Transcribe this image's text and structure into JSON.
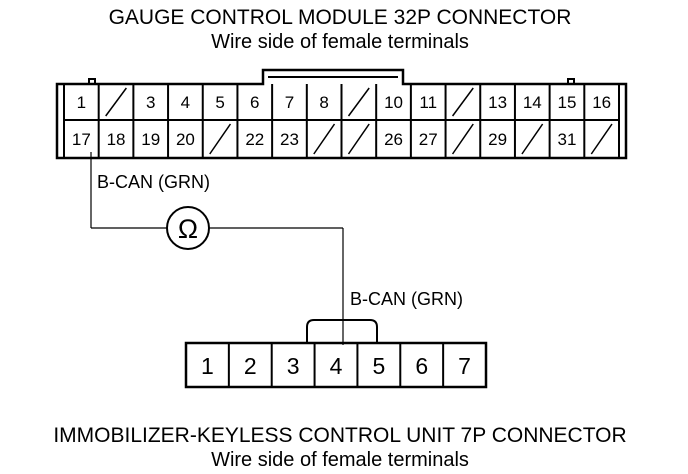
{
  "top_connector": {
    "title": "GAUGE CONTROL MODULE 32P CONNECTOR",
    "subtitle": "Wire side of female terminals",
    "row1": [
      "1",
      "",
      "3",
      "4",
      "5",
      "6",
      "7",
      "8",
      "",
      "10",
      "11",
      "",
      "13",
      "14",
      "15",
      "16"
    ],
    "row2": [
      "17",
      "18",
      "19",
      "20",
      "",
      "22",
      "23",
      "",
      "",
      "26",
      "27",
      "",
      "29",
      "",
      "31",
      ""
    ]
  },
  "bottom_connector": {
    "title": "IMMOBILIZER-KEYLESS CONTROL UNIT 7P CONNECTOR",
    "subtitle": "Wire side of female terminals",
    "pins": [
      "1",
      "2",
      "3",
      "4",
      "5",
      "6",
      "7"
    ]
  },
  "wires": {
    "upper_label": "B-CAN (GRN)",
    "lower_label": "B-CAN (GRN)"
  },
  "meter": {
    "symbol": "Ω",
    "icon": "ohmmeter-icon"
  }
}
